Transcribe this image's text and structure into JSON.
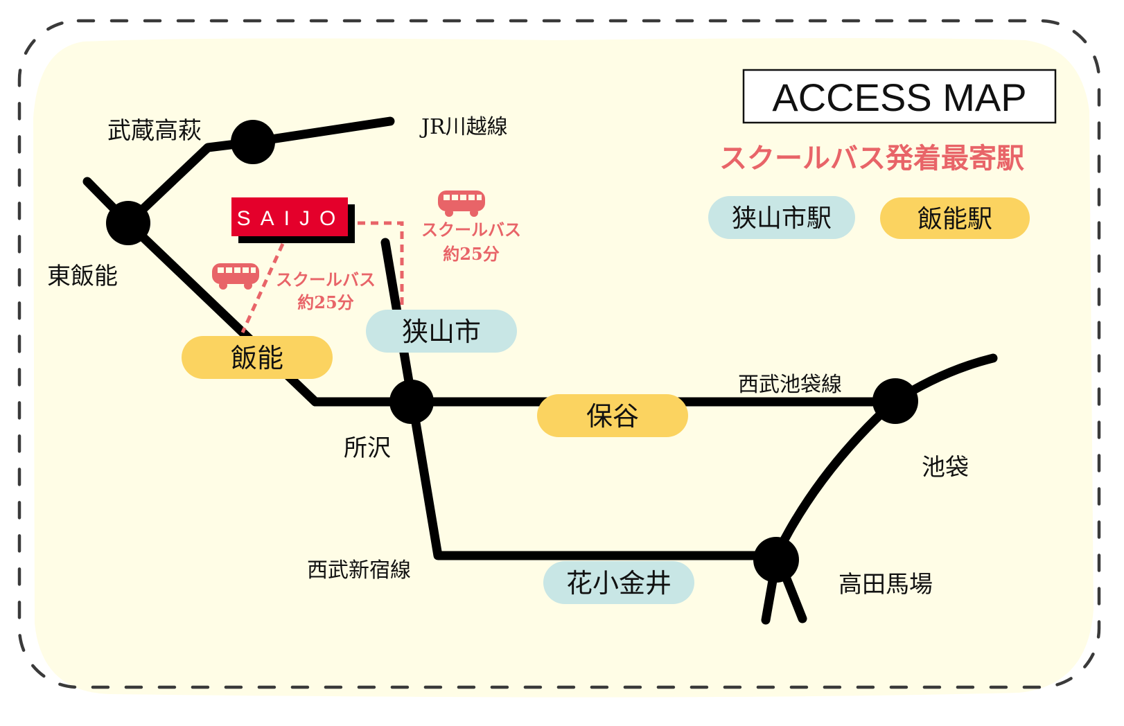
{
  "title": "ACCESS MAP",
  "subtitle": "スクールバス発着最寄駅",
  "colors": {
    "background": "#fffde6",
    "border_dash": "#3a3a3a",
    "rail_line": "#000000",
    "accent_pink": "#e86468",
    "logo_red": "#e4002b",
    "pill_blue": "#c8e6e5",
    "pill_yellow": "#fbd360"
  },
  "legend": [
    {
      "label": "狭山市駅",
      "color": "blue"
    },
    {
      "label": "飯能駅",
      "color": "yellow"
    }
  ],
  "logo": {
    "text": "SAIJO",
    "icon": "school-logo"
  },
  "bus_routes": [
    {
      "icon": "bus-icon",
      "line1": "スクールバス",
      "line2": "約25分",
      "to": "飯能"
    },
    {
      "icon": "bus-icon",
      "line1": "スクールバス",
      "line2": "約25分",
      "to": "狭山市"
    }
  ],
  "stations": {
    "musashi_takahagi": "武蔵高萩",
    "higashi_hanno": "東飯能",
    "hanno": "飯能",
    "sayamashi": "狭山市",
    "tokorozawa": "所沢",
    "hoya": "保谷",
    "ikebukuro": "池袋",
    "takadanobaba": "高田馬場",
    "hanakoganei": "花小金井"
  },
  "lines": {
    "jr_kawagoe": "JR川越線",
    "seibu_ikebukuro": "西武池袋線",
    "seibu_shinjuku": "西武新宿線"
  }
}
